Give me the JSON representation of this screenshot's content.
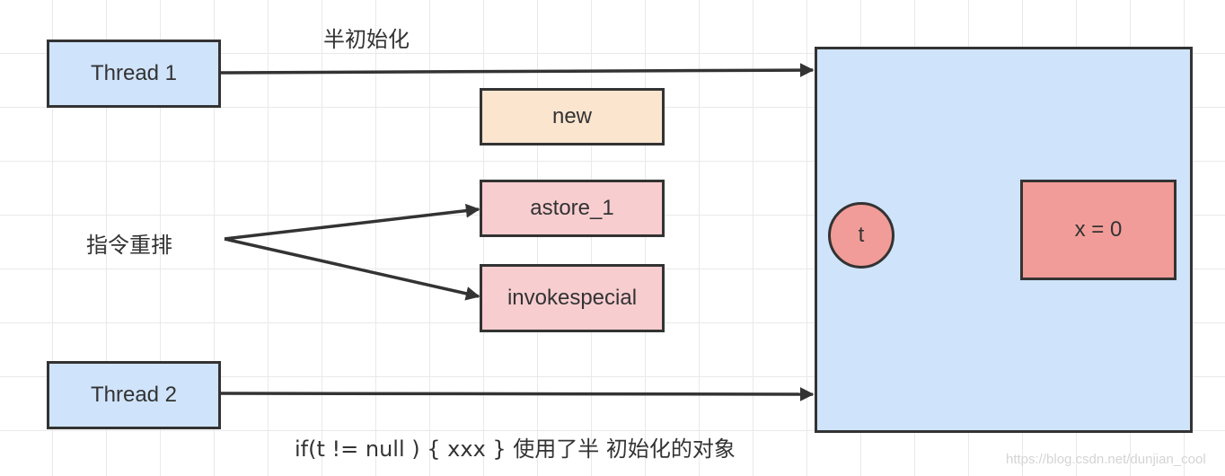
{
  "threads": {
    "thread1": "Thread 1",
    "thread2": "Thread 2"
  },
  "instructions": {
    "new": "new",
    "astore": "astore_1",
    "invokespecial": "invokespecial"
  },
  "heap": {
    "ref": "t",
    "object": "x = 0"
  },
  "labels": {
    "half_init": "半初始化",
    "reorder": "指令重排",
    "condition": "if(t != null ) { xxx }  使用了半 初始化的对象"
  },
  "watermark": "https://blog.csdn.net/dunjian_cool",
  "colors": {
    "thread_fill": "#cfe3fb",
    "new_fill": "#fbe5cf",
    "instruction_fill": "#f7cdd0",
    "object_fill": "#f19c98",
    "stroke": "#333333"
  }
}
